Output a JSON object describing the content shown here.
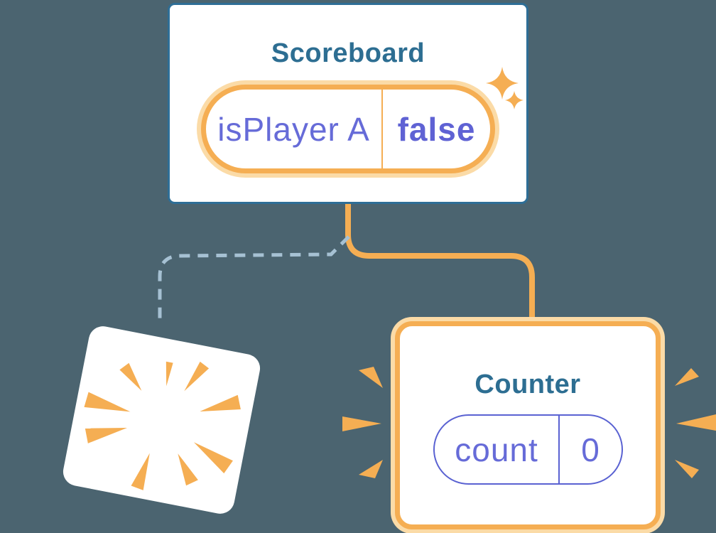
{
  "diagram": {
    "description": "Component tree state diagram: Scoreboard keeps state, old child is destroyed, new Counter child is created with fresh state"
  },
  "colors": {
    "background": "#4b6470",
    "card_bg": "#ffffff",
    "card_border_blue": "#2e6e96",
    "title_blue": "#2d6e92",
    "state_purple": "#666bd8",
    "state_purple_bold": "#5f62d4",
    "pill_purple_border": "#5a62d2",
    "orange": "#f5ae53",
    "orange_halo": "#fbdba7",
    "dashed_blue": "#a6c1d3"
  },
  "scoreboard": {
    "title": "Scoreboard",
    "state_key": "isPlayer A",
    "state_value": "false"
  },
  "counter": {
    "title": "Counter",
    "state_key": "count",
    "state_value": "0"
  },
  "icons": {
    "sparkles": "sparkles-icon",
    "poof_burst": "poof-burst-icon",
    "emphasis_left": "emphasis-marks-left-icon",
    "emphasis_right": "emphasis-marks-right-icon"
  }
}
